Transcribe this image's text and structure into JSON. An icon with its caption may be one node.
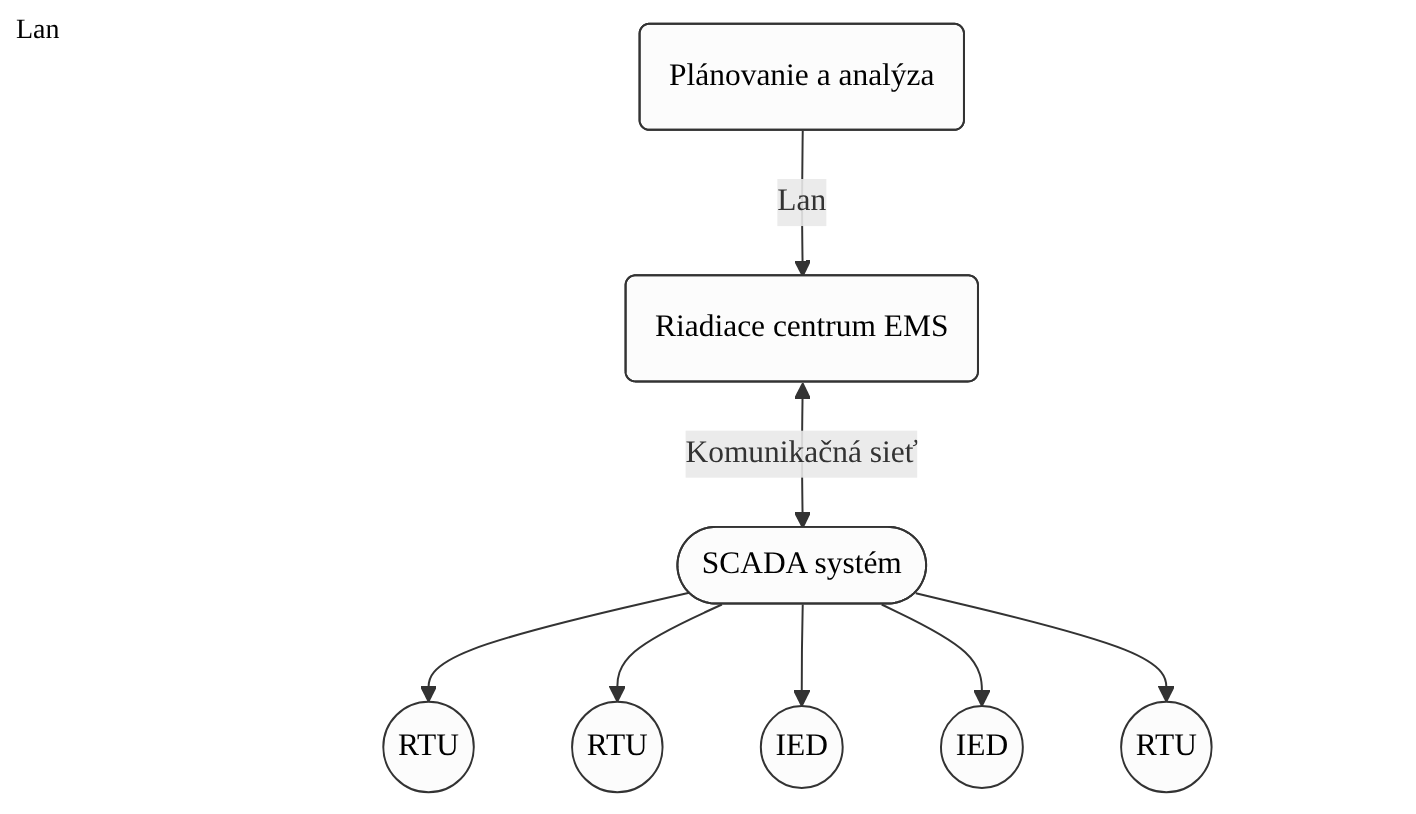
{
  "diagram": {
    "nodes": [
      {
        "text": [
          "Plánovanie a analýza"
        ]
      },
      {
        "text": [
          "Riadiace centrum EMS"
        ]
      },
      {
        "text": [
          "SCADA systém"
        ]
      },
      {
        "text": [
          "RTU"
        ]
      },
      {
        "text": [
          "RTU"
        ]
      },
      {
        "text": [
          "IED"
        ]
      },
      {
        "text": [
          "IED"
        ]
      },
      {
        "text": [
          "RTU"
        ]
      }
    ],
    "edges": [
      {
        "from": 0,
        "to": 1,
        "arrow": "to",
        "label": "Lan"
      },
      {
        "from": 1,
        "to": 2,
        "arrow": "both",
        "label": "Komunikačná sieť"
      },
      {
        "from": 2,
        "to": 3,
        "arrow": "to"
      },
      {
        "from": 2,
        "to": 4,
        "arrow": "to"
      },
      {
        "from": 2,
        "to": 5,
        "arrow": "to"
      },
      {
        "from": 2,
        "to": 6,
        "arrow": "to"
      },
      {
        "from": 2,
        "to": 7,
        "arrow": "to"
      }
    ],
    "labels": [
      "Lan"
    ]
  }
}
